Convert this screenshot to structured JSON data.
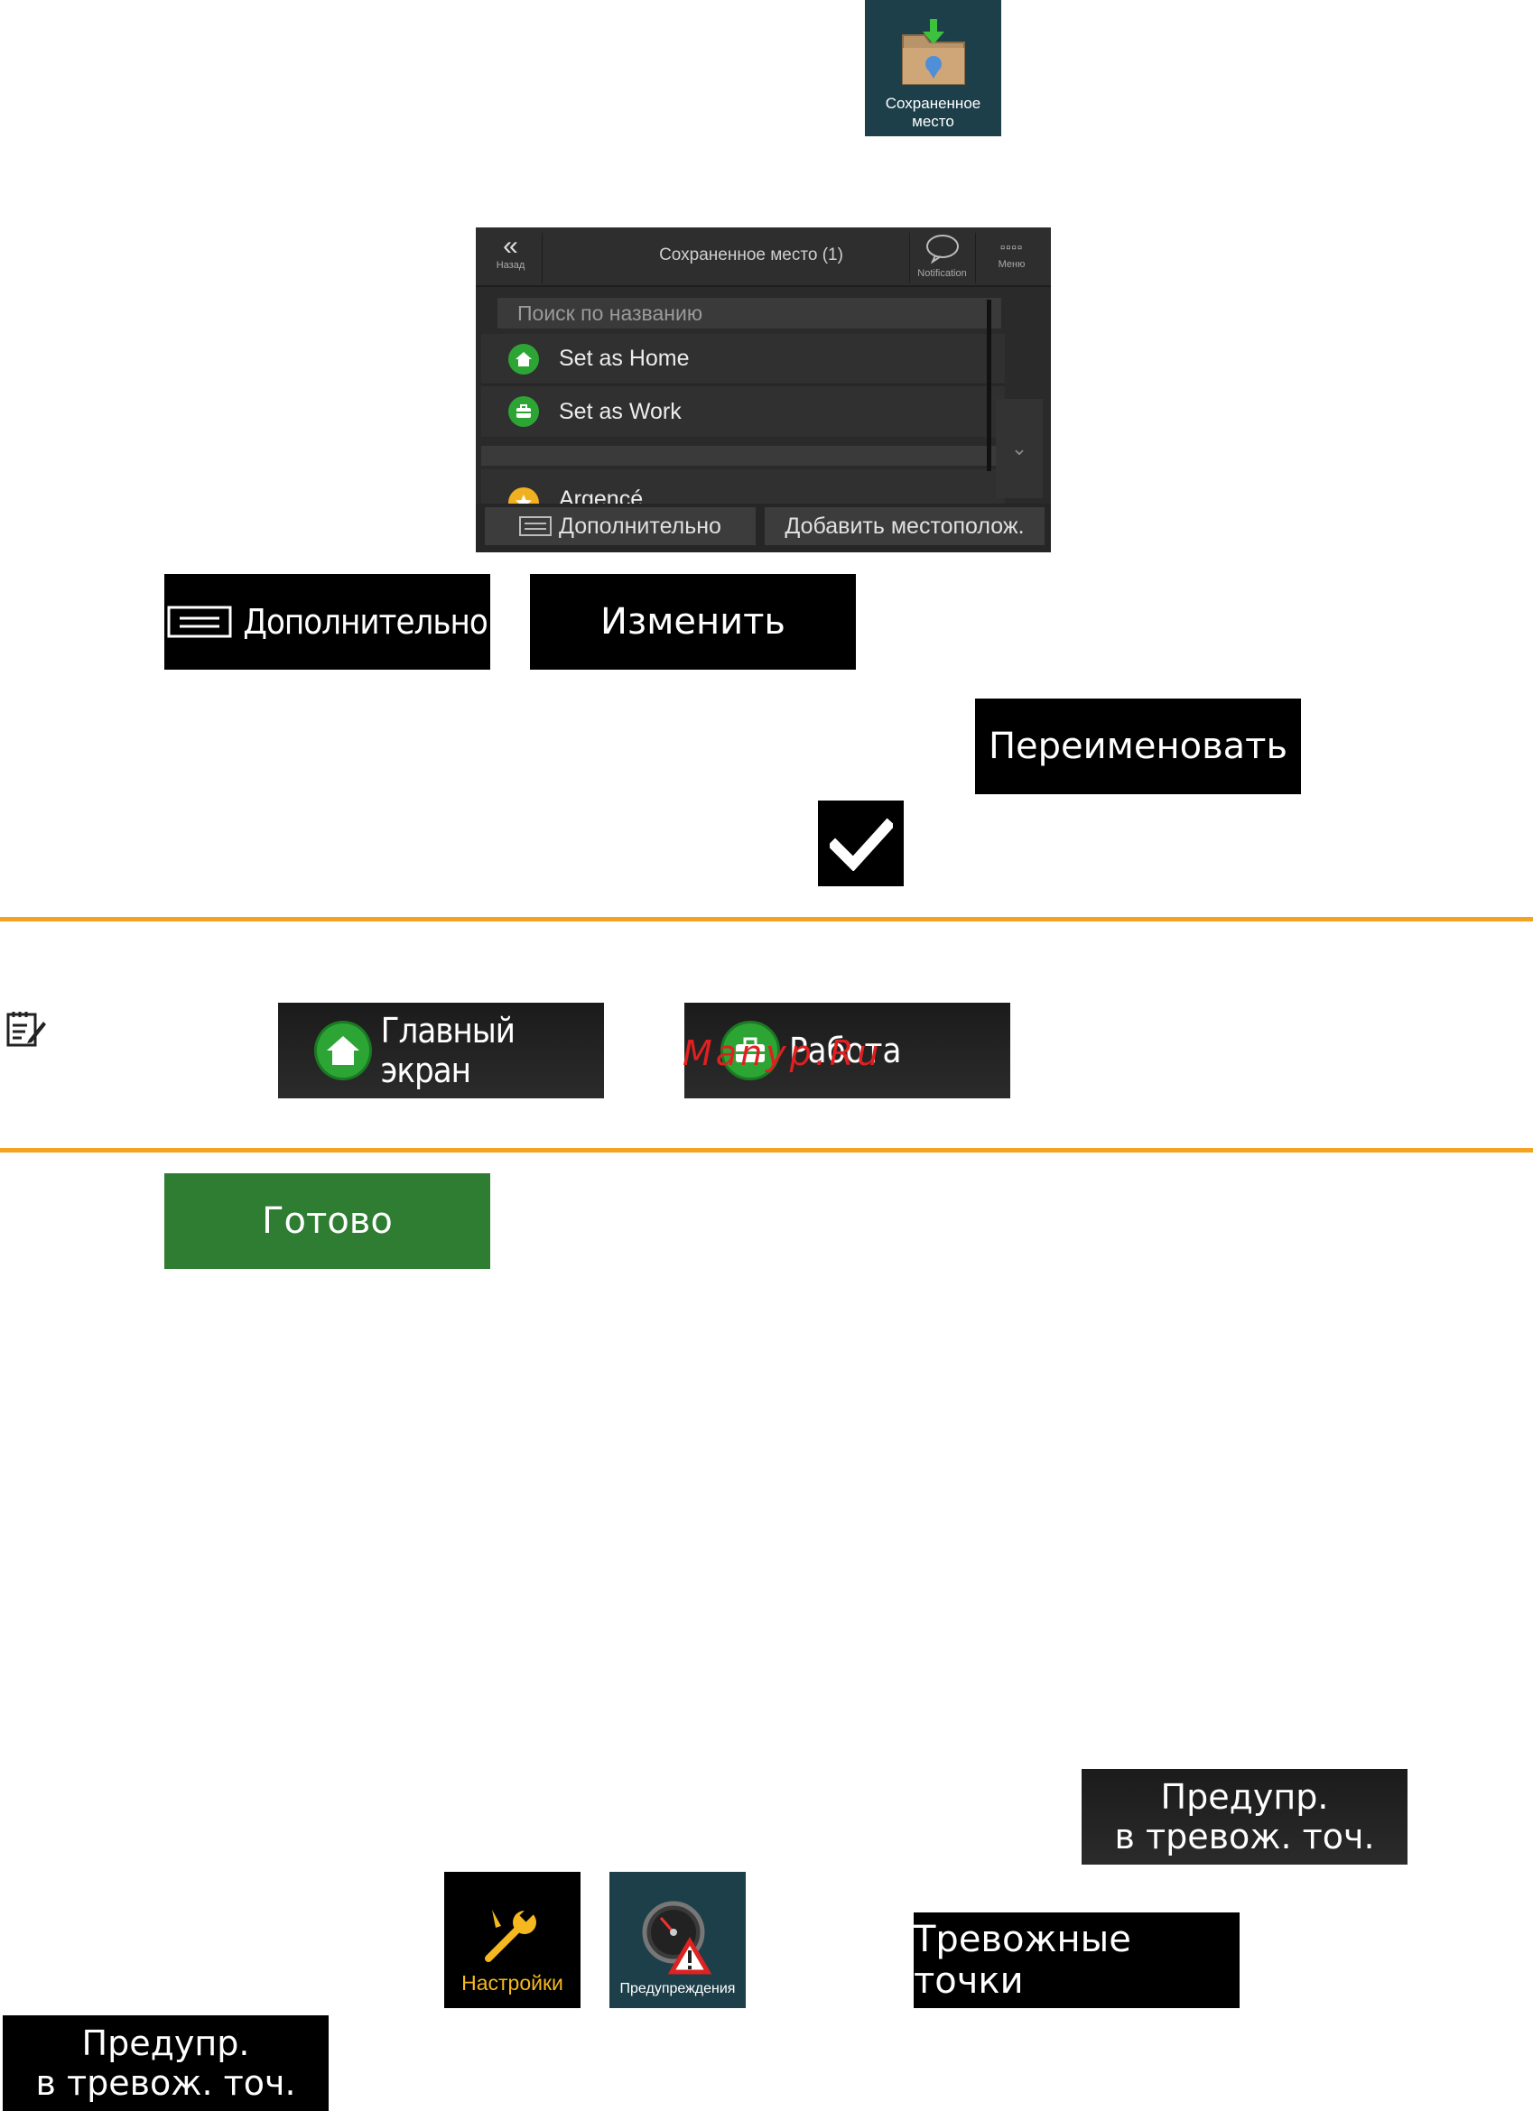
{
  "top_tile": {
    "label_line1": "Сохраненное",
    "label_line2": "место",
    "icon": "saved-place-folder-icon"
  },
  "screen": {
    "back_icon": "«",
    "back_label": "Назад",
    "title": "Сохраненное место (1)",
    "notification_label": "Notification",
    "menu_label": "Меню",
    "search_placeholder": "Поиск по названию",
    "items": [
      {
        "label": "Set as Home",
        "icon": "home-icon"
      },
      {
        "label": "Set as Work",
        "icon": "briefcase-icon"
      },
      {
        "label": "Argencé",
        "icon": "star-icon"
      }
    ],
    "more_button": "Дополнительно",
    "add_button": "Добавить местополож."
  },
  "buttons": {
    "more": "Дополнительно",
    "edit": "Изменить",
    "rename": "Переименовать",
    "home": "Главный экран",
    "work": "Работа",
    "done": "Готово",
    "alert_points_line1": "Предупр.",
    "alert_points_line2": "в тревож. точ.",
    "settings": "Настройки",
    "warnings": "Предупреждения",
    "alert_points": "Тревожные точки"
  },
  "watermark": "Manyp.Ru",
  "colors": {
    "accent_line": "#f4a320",
    "done_green": "#2e7d32",
    "tile_bg": "#1d3f4a",
    "settings_orange": "#f5b820"
  }
}
